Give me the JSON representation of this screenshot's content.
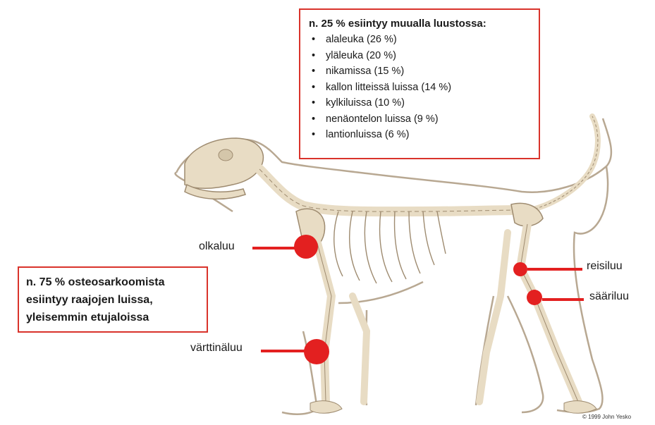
{
  "top_box": {
    "heading": "n. 25 % esiintyy muualla luustossa:",
    "items": [
      "alaleuka (26 %)",
      "yläleuka (20 %)",
      "nikamissa (15 %)",
      "kallon litteissä luissa (14 %)",
      "kylkiluissa (10 %)",
      "nenäontelon luissa (9 %)",
      "lantionluissa (6 %)"
    ],
    "bullet": "•",
    "border_color": "#d9332b"
  },
  "left_box": {
    "lines": [
      "n. 75 % osteosarkoomista",
      "esiintyy raajojen luissa,",
      "yleisemmin etujaloissa"
    ]
  },
  "labels": {
    "olkaluu": "olkaluu",
    "varttinaluu": "värttinäluu",
    "reisiluu": "reisiluu",
    "saariluu": "sääriluu"
  },
  "copyright": "© 1999 John Yesko",
  "colors": {
    "marker": "#e32020",
    "bone": "#e8dcc4",
    "bone_outline": "#9e8b70",
    "body_outline": "#b8a892"
  }
}
